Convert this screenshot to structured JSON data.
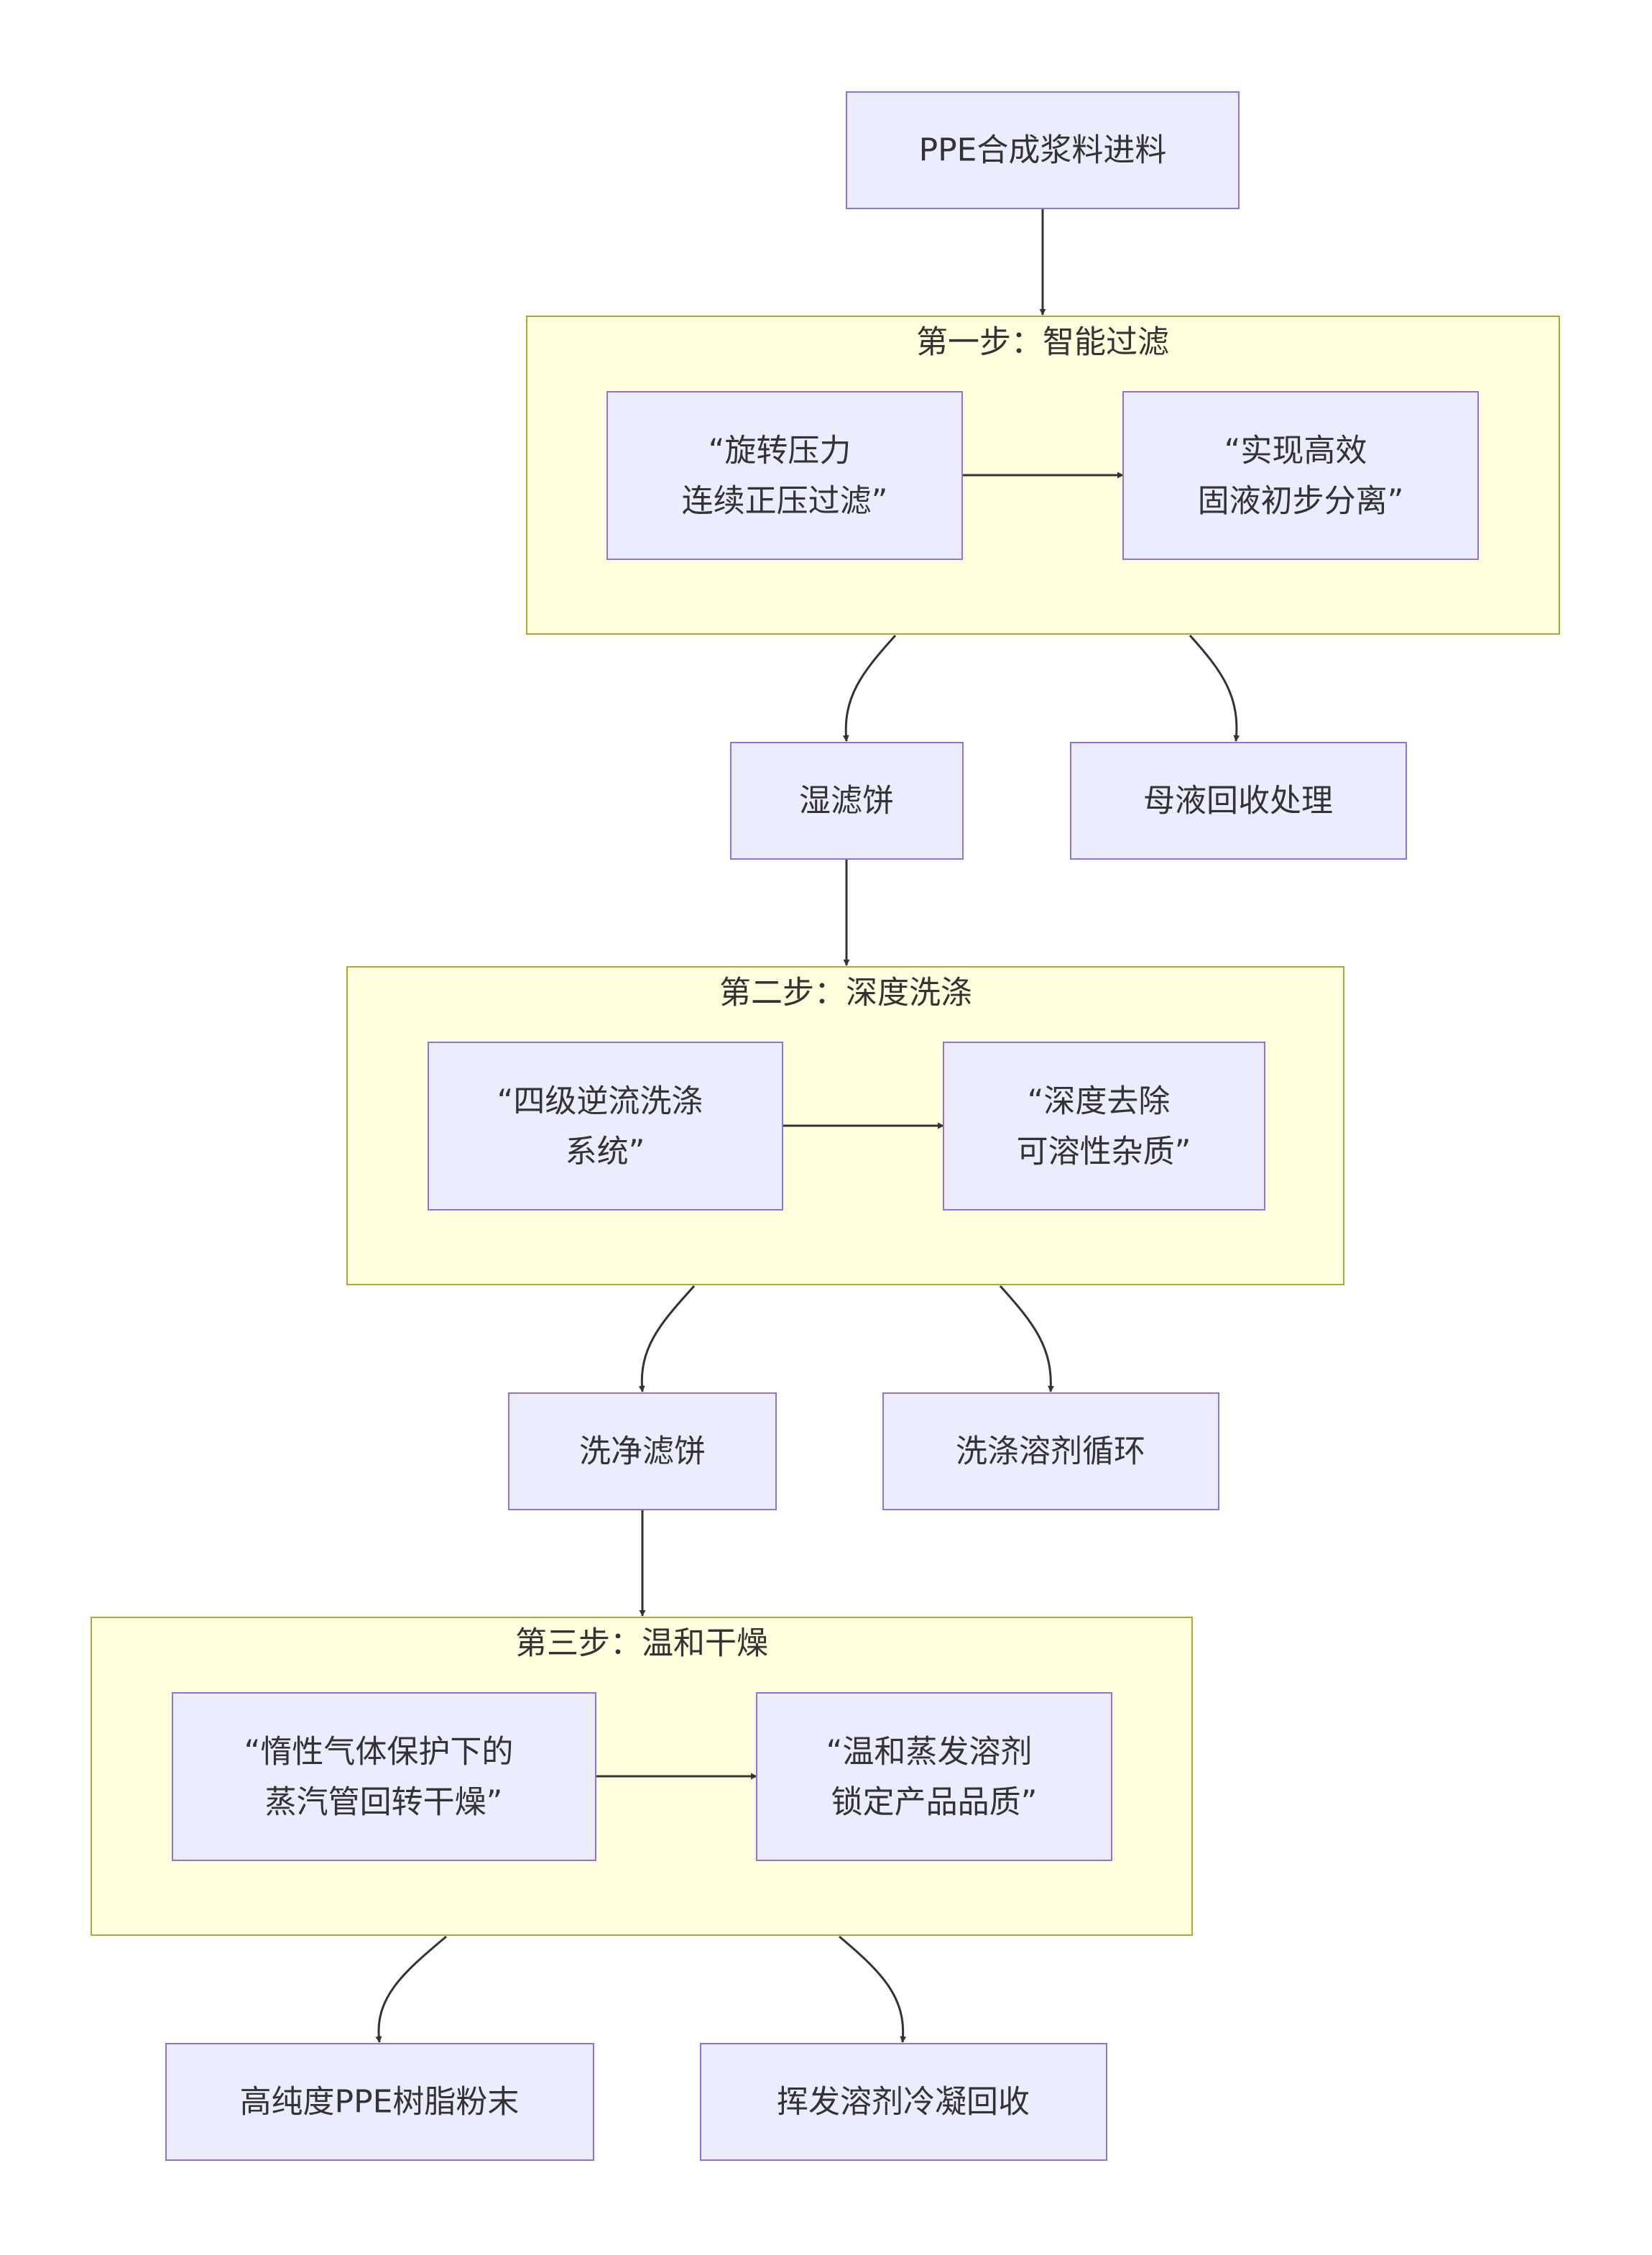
{
  "nodes": {
    "feed": {
      "lines": [
        "PPE合成浆料进料"
      ]
    },
    "filter_a": {
      "lines": [
        "“旋转压力",
        "连续正压过滤”"
      ]
    },
    "filter_b": {
      "lines": [
        "“实现高效",
        "固液初步分离”"
      ]
    },
    "wet_cake": {
      "lines": [
        "湿滤饼"
      ]
    },
    "mother_liquor": {
      "lines": [
        "母液回收处理"
      ]
    },
    "wash_a": {
      "lines": [
        "“四级逆流洗涤",
        "系统”"
      ]
    },
    "wash_b": {
      "lines": [
        "“深度去除",
        "可溶性杂质”"
      ]
    },
    "washed_cake": {
      "lines": [
        "洗净滤饼"
      ]
    },
    "wash_solvent": {
      "lines": [
        "洗涤溶剂循环"
      ]
    },
    "dry_a": {
      "lines": [
        "“惰性气体保护下的",
        "蒸汽管回转干燥”"
      ]
    },
    "dry_b": {
      "lines": [
        "“温和蒸发溶剂",
        "锁定产品品质”"
      ]
    },
    "product": {
      "lines": [
        "高纯度PPE树脂粉末"
      ]
    },
    "solvent_recovery": {
      "lines": [
        "挥发溶剂冷凝回收"
      ]
    }
  },
  "clusters": {
    "step1": {
      "title": "第一步：智能过滤"
    },
    "step2": {
      "title": "第二步：深度洗涤"
    },
    "step3": {
      "title": "第三步：温和干燥"
    }
  },
  "colors": {
    "node_fill": "#ECECFF",
    "node_stroke": "#9370DB",
    "cluster_fill": "#FFFFDE",
    "cluster_stroke": "#AAAA33",
    "edge": "#333333",
    "text": "#333333"
  }
}
